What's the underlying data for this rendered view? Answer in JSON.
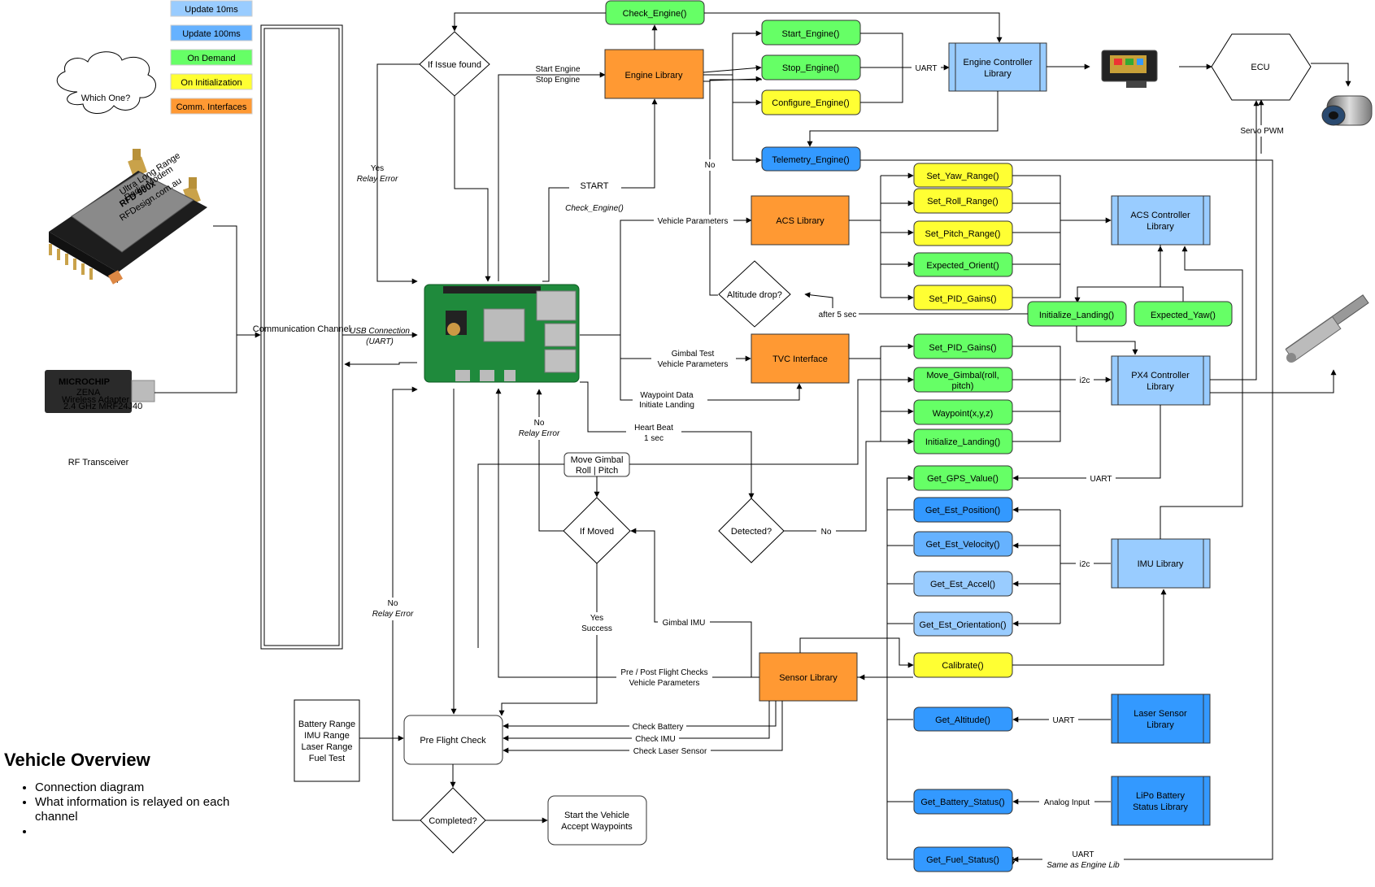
{
  "legend": [
    {
      "label": "Update 10ms",
      "color": "#99ccff"
    },
    {
      "label": "Update 100ms",
      "color": "#66b2ff"
    },
    {
      "label": "On Demand",
      "color": "#66ff66"
    },
    {
      "label": "On Initialization",
      "color": "#ffff33"
    },
    {
      "label": "Comm. Interfaces",
      "color": "#ff9933"
    }
  ],
  "colors": {
    "green": "#66ff66",
    "yellow": "#ffff33",
    "orange": "#ff9933",
    "blue_dark": "#3399ff",
    "blue_light": "#99ccff",
    "blue_mid": "#66b2ff"
  },
  "cloud": "Which One?",
  "rf_label": "RF Transceiver",
  "comm_channel": "Communication Channel",
  "usb": [
    "USB Connection",
    "(UART)"
  ],
  "start": "START",
  "check_engine_top": "Check_Engine()",
  "check_engine_italic": "Check_Engine()",
  "engine_library": "Engine Library",
  "start_stop": [
    "Start Engine",
    "Stop Engine"
  ],
  "if_issue": "If Issue found",
  "yes_relay": [
    "Yes",
    "Relay Error"
  ],
  "engine_funcs": [
    "Start_Engine()",
    "Stop_Engine()",
    "Configure_Engine()"
  ],
  "uart": "UART",
  "engine_controller": [
    "Engine Controller",
    "Library"
  ],
  "ecu": "ECU",
  "servo_pwm": "Servo PWM",
  "telemetry": "Telemetry_Engine()",
  "no": "No",
  "vehicle_parameters": "Vehicle Parameters",
  "acs_library": "ACS Library",
  "acs_funcs": [
    "Set_Yaw_Range()",
    "Set_Roll_Range()",
    "Set_Pitch_Range()",
    "Expected_Orient()",
    "Set_PID_Gains()"
  ],
  "acs_controller": [
    "ACS Controller",
    "Library"
  ],
  "altitude_drop": "Altitude drop?",
  "after_5sec": "after 5 sec",
  "initialize_landing": "Initialize_Landing()",
  "expected_yaw": "Expected_Yaw()",
  "gimbal_test": [
    "Gimbal Test",
    "Vehicle Parameters"
  ],
  "tvc_interface": "TVC Interface",
  "tvc_funcs": [
    "Set_PID_Gains()",
    "Move_Gimbal(roll, pitch)",
    "Waypoint(x,y,z)",
    "Initialize_Landing()"
  ],
  "i2c": "i2c",
  "px4": [
    "PX4 Controller",
    "Library"
  ],
  "waypoint_data": [
    "Waypoint Data",
    "Initiate Landing"
  ],
  "no_relay": [
    "No",
    "Relay Error"
  ],
  "heart_beat": [
    "Heart Beat",
    "1 sec"
  ],
  "move_gimbal": [
    "Move Gimbal",
    "Roll | Pitch"
  ],
  "if_moved": "If Moved",
  "detected": "Detected?",
  "yes_success": [
    "Yes",
    "Success"
  ],
  "gimbal_imu": "Gimbal IMU",
  "sensor_funcs": [
    "Get_GPS_Value()",
    "Get_Est_Position()",
    "Get_Est_Velocity()",
    "Get_Est_Accel()",
    "Get_Est_Orientation()",
    "Calibrate()",
    "Get_Altitude()",
    "Get_Battery_Status()",
    "Get_Fuel_Status()"
  ],
  "imu_library": "IMU Library",
  "pre_post": [
    "Pre / Post Flight Checks",
    "Vehicle Parameters"
  ],
  "sensor_library": "Sensor Library",
  "laser_library": [
    "Laser Sensor",
    "Library"
  ],
  "lipo_library": [
    "LiPo Battery",
    "Status Library"
  ],
  "analog_input": "Analog Input",
  "uart_same": [
    "UART",
    "Same as Engine Lib"
  ],
  "check_items": [
    "Check Battery",
    "Check IMU",
    "Check Laser Sensor"
  ],
  "ranges": [
    "Battery Range",
    "IMU Range",
    "Laser Range",
    "Fuel Test"
  ],
  "pre_flight": "Pre Flight Check",
  "completed": "Completed?",
  "start_vehicle": [
    "Start the Vehicle",
    "Accept Waypoints"
  ],
  "rfd_text": [
    "Ultra Long Range",
    "Radio Modem",
    "RFD 900x",
    "RFDesign.com.au"
  ],
  "zena_text": [
    "MICROCHIP",
    "ZENA",
    "Wireless Adapter",
    "2.4 GHz MRF24J40"
  ],
  "overview": {
    "title": "Vehicle Overview",
    "items": [
      "Connection diagram",
      "What information is relayed on each channel",
      ""
    ]
  }
}
